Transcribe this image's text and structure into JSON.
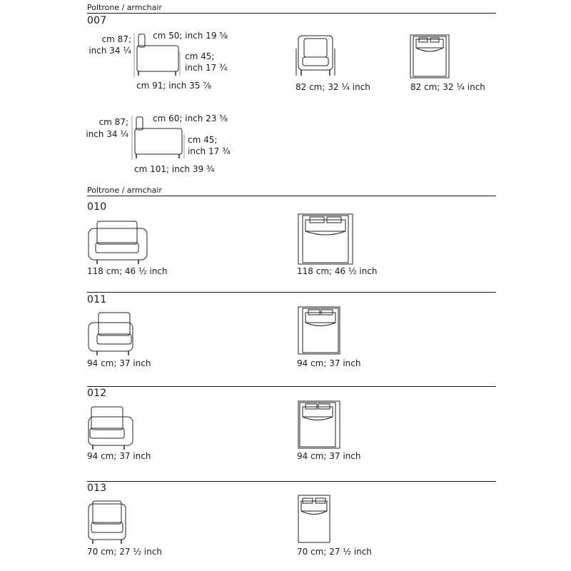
{
  "section1": {
    "title": "Poltrone / armchair",
    "items": [
      {
        "code": "007",
        "side_depth": "cm 50; inch 19 ⅝",
        "side_height_cm": "cm 87;",
        "side_height_in": "inch 34 ¼",
        "seat_height_cm": "cm 45;",
        "seat_height_in": "inch 17 ¾",
        "side_width": "cm 91; inch 35 ⅞",
        "front_width": "82 cm; 32 ¼ inch",
        "top_width": "82 cm; 32 ¼ inch"
      },
      {
        "code": "",
        "side_depth": "cm 60; inch 23 ⅝",
        "side_height_cm": "cm 87;",
        "side_height_in": "inch 34 ¼",
        "seat_height_cm": "cm 45;",
        "seat_height_in": "inch 17 ¾",
        "side_width": "cm 101; inch 39 ¾"
      }
    ]
  },
  "section2": {
    "title": "Poltrone / armchair",
    "items": [
      {
        "code": "010",
        "front_width": "118 cm; 46 ½ inch",
        "top_width": "118 cm; 46 ½ inch"
      },
      {
        "code": "011",
        "front_width": "94 cm; 37 inch",
        "top_width": "94 cm; 37 inch"
      },
      {
        "code": "012",
        "front_width": "94 cm; 37 inch",
        "top_width": "94 cm; 37 inch"
      },
      {
        "code": "013",
        "front_width": "70 cm; 27 ½ inch",
        "top_width": "70 cm; 27 ½ inch"
      }
    ]
  }
}
